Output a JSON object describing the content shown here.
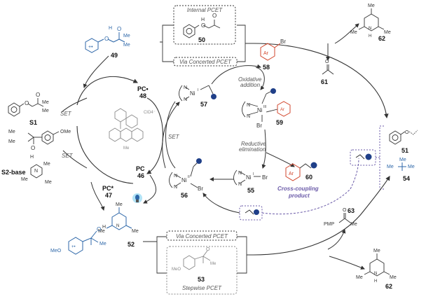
{
  "labels": {
    "internal_pcet": "Internal PCET",
    "via_concerted_top": "Via Concerted PCET",
    "via_concerted_bottom": "Via Concerted PCET",
    "stepwise_pcet": "Stepwise PCET",
    "oxidative_addition_1": "Oxidative",
    "oxidative_addition_2": "addition",
    "reductive_elimination_1": "Reductive",
    "reductive_elimination_2": "elimination",
    "cross_coupling_1": "Cross-coupling",
    "cross_coupling_2": "product",
    "set_1": "SET",
    "set_2": "SET",
    "set_3": "SET"
  },
  "compounds": {
    "c50": "50",
    "c49": "49",
    "c62_top": "62",
    "c61": "61",
    "c58": "58",
    "c57": "57",
    "c48": "48",
    "c59": "59",
    "c51": "51",
    "c54": "54",
    "c60": "60",
    "c46": "46",
    "c47": "47",
    "c56": "56",
    "c55": "55",
    "c52": "52",
    "c53": "53",
    "c63": "63",
    "c62_bottom": "62",
    "s1": "S1",
    "s2": "S2-base"
  },
  "atoms": {
    "pc": "PC",
    "pc_dot": "PC•",
    "pc_star": "PC*",
    "ar": "Ar",
    "br": "Br",
    "ni1": "Ni",
    "ni_ox": "I",
    "ni_iii": "III",
    "ni_ii": "II",
    "me": "Me",
    "ome": "OMe",
    "meo": "MeO",
    "pmp": "PMP",
    "o": "O",
    "h": "H",
    "n": "N",
    "clo4": "ClO4⁻",
    "plus": "+"
  },
  "colors": {
    "blue": "#2c66a8",
    "orange": "#d2462c",
    "purple": "#6a5aa8",
    "gray": "#8a8a8a"
  },
  "icons": [
    "blue-led-icon",
    "nickel-catalyst-icon",
    "radical-phenoxy-icon"
  ]
}
